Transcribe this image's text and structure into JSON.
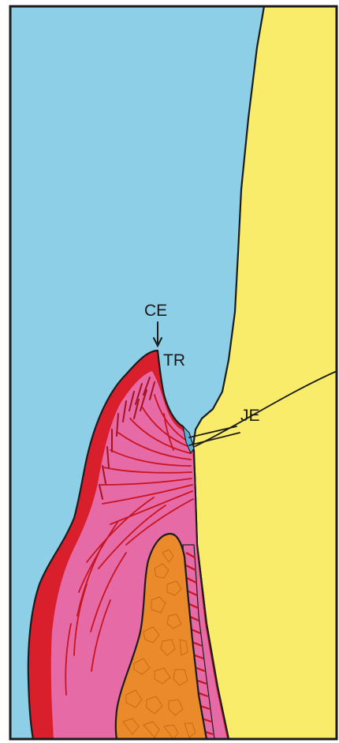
{
  "labels": {
    "ce": "CE",
    "tr": "TR",
    "je": "JE"
  },
  "colors": {
    "background": "#8dcfe6",
    "tooth": "#f8ec6a",
    "gingiva_red": "#d91e2c",
    "gingiva_pink": "#e66aa6",
    "bone": "#ea8a2a",
    "outline": "#1c1c1c"
  }
}
